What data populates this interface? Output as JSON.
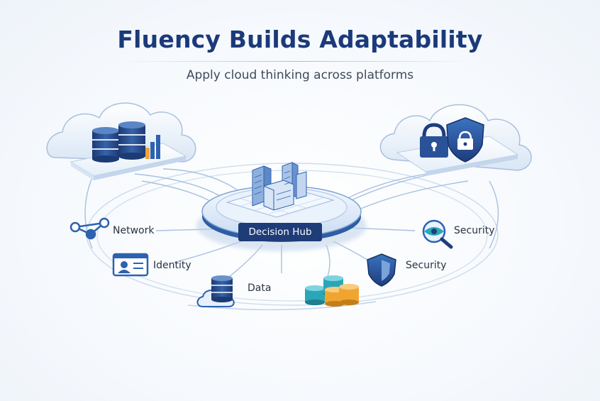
{
  "title": "Fluency Builds Adaptability",
  "subtitle": "Apply cloud thinking across platforms",
  "hub": {
    "label": "Decision Hub",
    "icon": "city-buildings-icon"
  },
  "nodes": [
    {
      "id": "network",
      "label": "Network",
      "icon": "network-nodes-icon"
    },
    {
      "id": "identity",
      "label": "Identity",
      "icon": "id-card-icon"
    },
    {
      "id": "data",
      "label": "Data",
      "icon": "database-cloud-icon"
    },
    {
      "id": "storage",
      "label": "",
      "icon": "database-stacks-icon"
    },
    {
      "id": "security-shield",
      "label": "Security",
      "icon": "shield-icon"
    },
    {
      "id": "security-eye",
      "label": "Security",
      "icon": "eye-magnifier-icon"
    }
  ],
  "clouds": [
    {
      "id": "data-cloud",
      "icon": "database-chart-icon"
    },
    {
      "id": "security-cloud",
      "icon": "lock-shield-icon"
    }
  ],
  "colors": {
    "navy": "#1b3a7a",
    "blue": "#2d62b0",
    "light_blue": "#cfe0f4",
    "teal": "#2aa6b8",
    "gold": "#f0a531",
    "line": "#9db8da"
  }
}
